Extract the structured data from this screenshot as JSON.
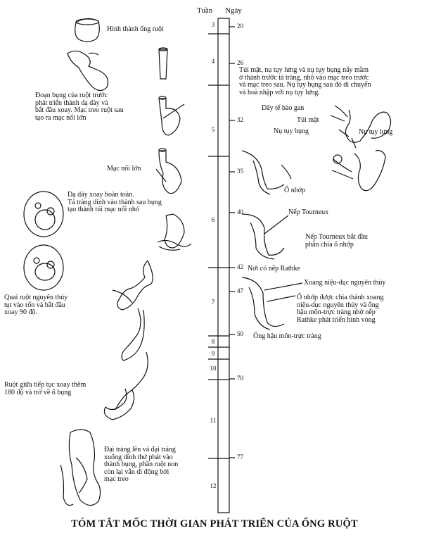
{
  "header": {
    "week_label": "Tuần",
    "day_label": "Ngày"
  },
  "timeline": {
    "weeks": [
      "3",
      "4",
      "5",
      "6",
      "7",
      "8",
      "9",
      "10",
      "11",
      "12"
    ],
    "days": [
      "20",
      "26",
      "32",
      "35",
      "40",
      "42",
      "47",
      "50",
      "70",
      "77"
    ]
  },
  "left_labels": {
    "gut_tube": "Hình thành ống ruột",
    "foregut": "Đoạn bụng của ruột trước\nphát triển thành dạ dày và\nbắt đầu xoay. Mạc treo ruột sau\ntạo ra mạc nối lớn",
    "omentum": "Mạc nối lớn",
    "stomach": "Dạ dày xoay hoàn toàn.\nTá tràng dính vào thành sau bụng\ntạo thành túi mạc nối nhỏ",
    "midgut_loop": "Quai ruột nguyên thủy\ntụt vào rốn và bắt đầu\nxoay 90 độ.",
    "midgut_return": "Ruột giữa tiếp tục xoay thêm\n180 độ và trở về ổ bụng",
    "colon": "Đại tràng lên và đại tràng\nxuống dính thứ phát vào\nthành bụng, phần ruột non\ncòn lại vẫn di động bởi\nmạc treo"
  },
  "right_labels": {
    "buds": "Túi mật, nụ tụy lưng và nụ tụy bụng nẩy mầm\nở thành trước tá tràng, nhô vào mạc treo trước\nvà mạc treo sau. Nụ tụy bụng sau đó di chuyển\nvà hoà nhập với nụ tụy lưng.",
    "bile_duct": "Dây tế bào gan",
    "gallbladder": "Túi mật",
    "ventral_pancreas": "Nụ tụy bụng",
    "dorsal_pancreas": "Nụ tụy lưng",
    "cloaca": "Ổ nhớp",
    "tourneux": "Nếp Tourneux",
    "tourneux_divides": "Nếp Tourneux bắt đầu\nphân chia ổ nhớp",
    "rathke": "Nơi có nếp Rathke",
    "urogenital": "Xoang niệu-dục nguyên thủy",
    "cloaca_divided": "Ổ nhớp được chia thành xoang\nniệu-dục nguyên thủy và ống\nhậu môn-trực tràng nhờ nếp\nRathke phát triển hình vòng",
    "anorectal": "Ống hậu môn-trực tràng"
  },
  "title": "TÓM TẮT MỐC THỜI GIAN PHÁT TRIỂN CỦA ỐNG RUỘT"
}
